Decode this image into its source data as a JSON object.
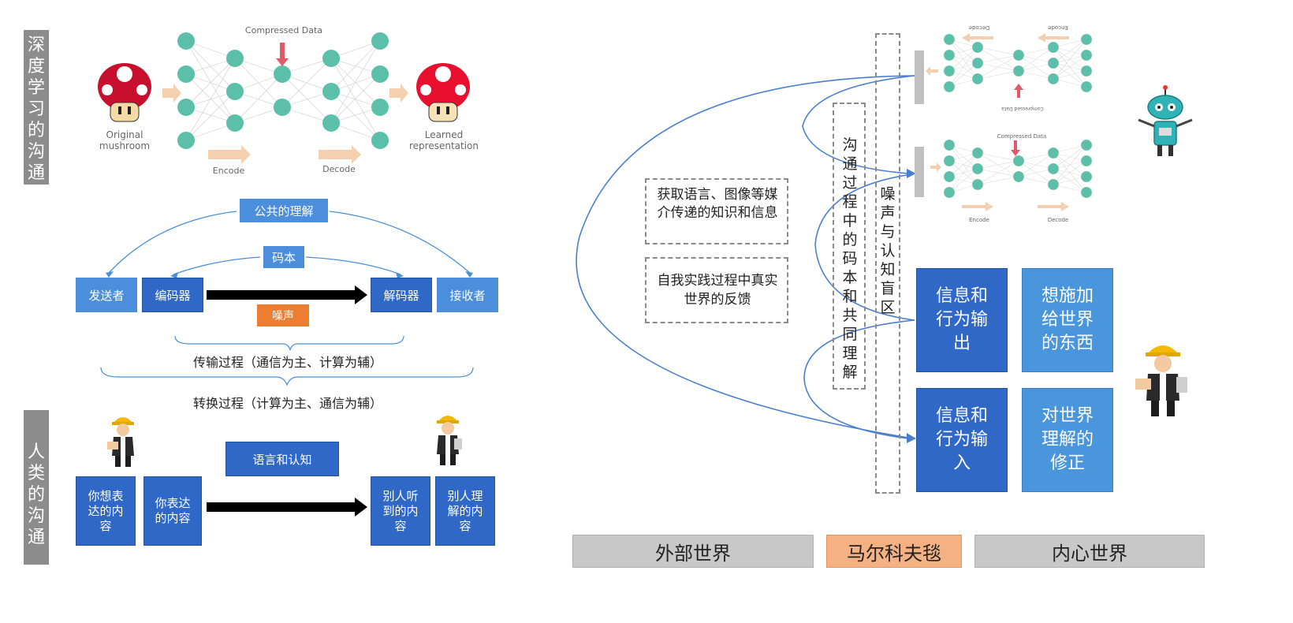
{
  "left": {
    "vertical_labels": {
      "deep_learning": "深度学习的沟通",
      "human": "人类的沟通"
    },
    "autoencoder": {
      "compressed": "Compressed Data",
      "original": "Original\nmushroom",
      "learned": "Learned\nrepresentation",
      "encode": "Encode",
      "decode": "Decode"
    },
    "shared_understanding": "公共的理解",
    "codebook": "码本",
    "sender": "发送者",
    "encoder": "编码器",
    "decoder": "解码器",
    "receiver": "接收者",
    "noise": "噪声",
    "transmission": "传输过程（通信为主、计算为辅）",
    "conversion": "转换过程（计算为主、通信为辅）",
    "language": "语言和认知",
    "want_express": "你想表达的内容",
    "express": "你表达的内容",
    "heard": "别人听到的内容",
    "understood": "别人理解的内容"
  },
  "right": {
    "acquire": "获取语言、图像等媒介传递的知识和信息",
    "practice": "自我实践过程中真实世界的反馈",
    "codebook_vertical": "沟通过程中的码本和共同理解",
    "noise_vertical": "噪声与认知盲区",
    "output": "信息和行为输出",
    "want_apply": "想施加给世界的东西",
    "input": "信息和行为输入",
    "correction": "对世界理解的修正",
    "ae_top": {
      "decode": "Decode",
      "encode": "Encode",
      "compressed": "Compressed Data"
    },
    "ae_mid": {
      "compressed": "Compressed Data",
      "encode": "Encode",
      "decode": "Decode"
    }
  },
  "bottom_bar": {
    "outer": "外部世界",
    "markov": "马尔科夫毯",
    "inner": "内心世界"
  },
  "colors": {
    "box_dark": "#2f68c6",
    "box_light": "#4a96dd",
    "noise": "#ed7d31",
    "markov": "#f4b183",
    "gray_bar": "#c8c8c8",
    "node": "#5bbfa9"
  }
}
